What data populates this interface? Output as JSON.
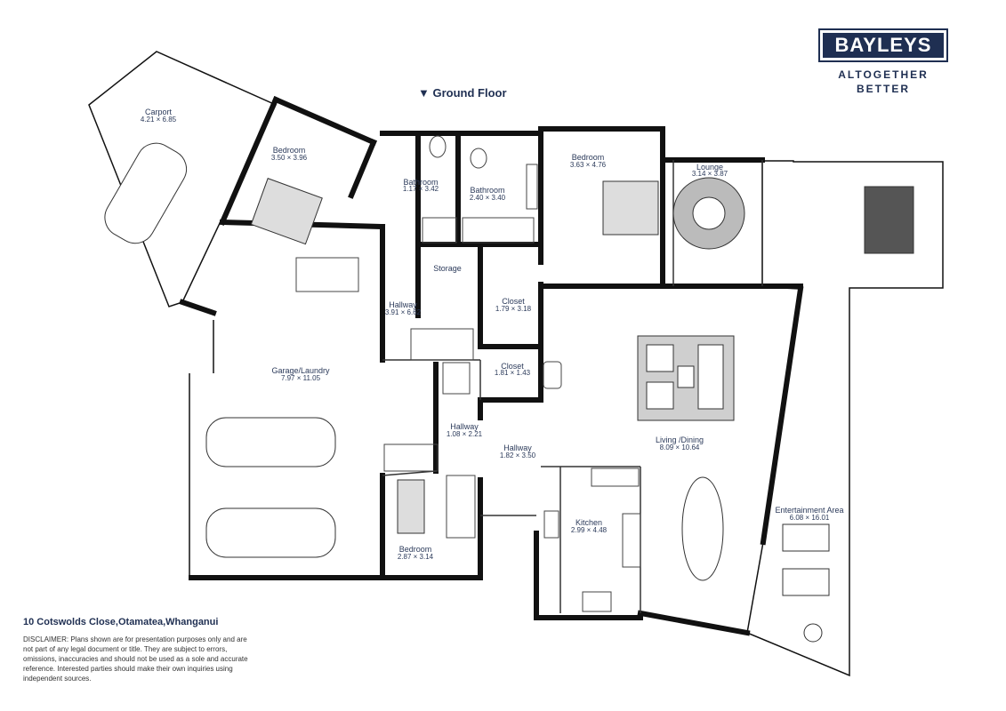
{
  "floor_title": "▼ Ground Floor",
  "brand": {
    "name": "BAYLEYS",
    "tagline_1": "ALTOGETHER",
    "tagline_2": "BETTER",
    "color": "#1f2f52"
  },
  "address": "10 Cotswolds Close,Otamatea,Whanganui",
  "disclaimer": "DISCLAIMER:  Plans shown are for presentation purposes only and are not part of any legal document or title. They are subject to errors, omissions, inaccuracies and should not be used as a sole and accurate reference. Interested parties should make their own inquiries using independent sources.",
  "rooms": {
    "carport": {
      "name": "Carport",
      "dims": "4.21 × 6.85"
    },
    "bedroom_1": {
      "name": "Bedroom",
      "dims": "3.50 × 3.96"
    },
    "bathroom_1": {
      "name": "Bathroom",
      "dims": "1.17 × 3.42"
    },
    "bathroom_2": {
      "name": "Bathroom",
      "dims": "2.40 × 3.40"
    },
    "bedroom_2": {
      "name": "Bedroom",
      "dims": "3.63 × 4.76"
    },
    "lounge": {
      "name": "Lounge",
      "dims": "3.14 × 3.87"
    },
    "storage": {
      "name": "Storage"
    },
    "hallway_1": {
      "name": "Hallway",
      "dims": "3.91 × 6.62"
    },
    "closet_1": {
      "name": "Closet",
      "dims": "1.79 × 3.18"
    },
    "garage": {
      "name": "Garage/Laundry",
      "dims": "7.97 × 11.05"
    },
    "closet_2": {
      "name": "Closet",
      "dims": "1.81 × 1.43"
    },
    "hallway_2": {
      "name": "Hallway",
      "dims": "1.08 × 2.21"
    },
    "hallway_3": {
      "name": "Hallway",
      "dims": "1.82 × 3.50"
    },
    "living": {
      "name": "Living  /Dining",
      "dims": "8.09 × 10.64"
    },
    "kitchen": {
      "name": "Kitchen",
      "dims": "2.99 × 4.48"
    },
    "bedroom_3": {
      "name": "Bedroom",
      "dims": "2.87 × 3.14"
    },
    "entertainment": {
      "name": "Entertainment Area",
      "dims": "6.08 × 16.01"
    }
  }
}
